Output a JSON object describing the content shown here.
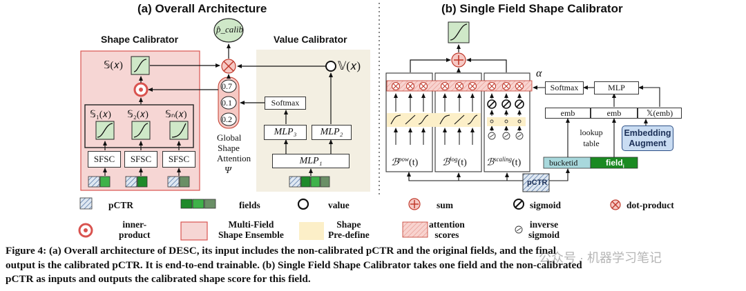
{
  "panel_a": {
    "title": "(a) Overall Architecture",
    "shape_calibrator": "Shape Calibrator",
    "value_calibrator": "Value Calibrator",
    "output": "p̂_calib",
    "s_x": "𝕊(𝑥)",
    "v_x": "𝕍(𝑥)",
    "s1": "𝕊₁(𝑥)",
    "s2": "𝕊₂(𝑥)",
    "sn": "𝕊ₙ(𝑥)",
    "sfsc": "SFSC",
    "attention_values": [
      "0.7",
      "0.1",
      "0.2"
    ],
    "softmax": "Softmax",
    "mlp3": "MLP₃",
    "mlp2": "MLP₂",
    "mlp1": "MLP₁",
    "global_shape_attention": [
      "Global",
      "Shape",
      "Attention"
    ],
    "psi": "Ψ"
  },
  "panel_b": {
    "title": "(b) Single Field Shape Calibrator",
    "alpha": "α",
    "softmax": "Softmax",
    "mlp": "MLP",
    "emb": "emb",
    "v_emb": "𝕏(emb)",
    "lookup_table": [
      "lookup",
      "table"
    ],
    "embedding_augment": [
      "Embedding",
      "Augment"
    ],
    "bucketid": "bucketid",
    "field_i": "field",
    "field_sub": "i",
    "pctr": "pCTR",
    "b_pow": "ℬ",
    "b_pow_sup": "pow",
    "b_log": "ℬ",
    "b_log_sup": "log",
    "b_scaling": "ℬ",
    "b_scaling_sup": "scaling",
    "t_arg": "(t)"
  },
  "legend": {
    "pctr": "pCTR",
    "fields": "fields",
    "value": "value",
    "sum": "sum",
    "sigmoid": "sigmoid",
    "dot_product": "dot-product",
    "inner_product": [
      "inner-",
      "product"
    ],
    "multi_field": [
      "Multi-Field",
      "Shape Ensemble"
    ],
    "shape_predefine": [
      "Shape",
      "Pre-define"
    ],
    "attention_scores": [
      "attention",
      "scores"
    ],
    "inverse_sigmoid": [
      "inverse",
      "sigmoid"
    ]
  },
  "caption": [
    "Figure 4: (a) Overall architecture of DESC, its input includes the non-calibrated pCTR and the original fields, and the final",
    "output is the calibrated pCTR. It is end-to-end trainable. (b) Single Field Shape Calibrator takes one field and the non-calibrated",
    "pCTR as inputs and outputs the calibrated shape score for this field."
  ],
  "watermark": "公众号 · 机器学习笔记",
  "colors": {
    "shape_bg": "#f6d6d4",
    "shape_border": "#d9534f",
    "value_bg": "#f3efe2",
    "curve_box": "#cfe8c8",
    "field_dark": "#1e8a2a",
    "field_mid": "#3fb24a",
    "field_light": "#8fcf7c",
    "bucket": "#a8d8dc",
    "field_green": "#1a8a22",
    "embed_aug": "#c9dcf2",
    "predefine": "#fcefc8",
    "attention": "#f6c9c4"
  }
}
